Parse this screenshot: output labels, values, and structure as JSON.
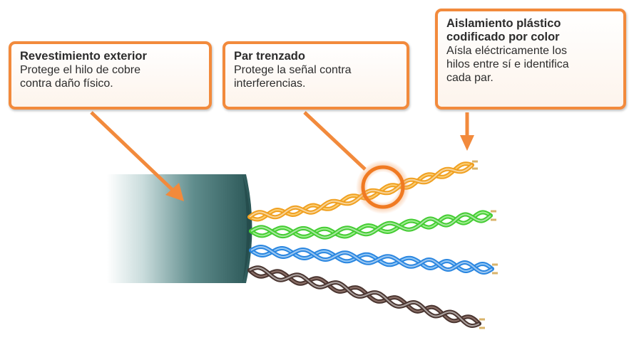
{
  "callouts": {
    "jacket": {
      "title": "Revestimiento exterior",
      "desc_line1": "Protege el hilo de cobre",
      "desc_line2": "contra daño físico."
    },
    "twisted_pair": {
      "title": "Par trenzado",
      "desc_line1": "Protege la señal contra",
      "desc_line2": "interferencias."
    },
    "insulation": {
      "title_line1": "Aislamiento plástico",
      "title_line2": "codificado por color",
      "desc_line1": "Aísla eléctricamente los",
      "desc_line2": "hilos entre sí e identifica",
      "desc_line3": "cada par."
    }
  },
  "colors": {
    "accent": "#f28a3c",
    "jacket": "#2f5b5b",
    "pair_orange": "#f0a020",
    "pair_green": "#44cc33",
    "pair_blue": "#2a86e0",
    "pair_brown": "#4a3530"
  }
}
